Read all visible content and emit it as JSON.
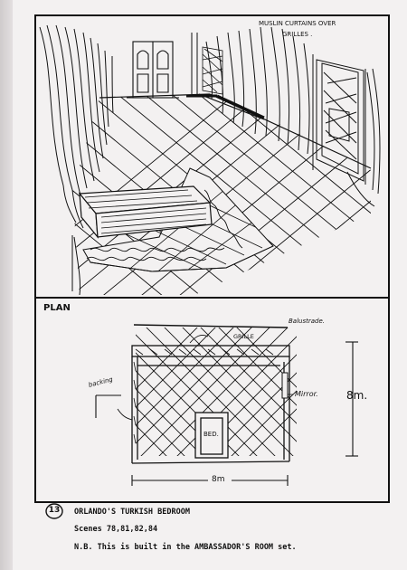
{
  "sketch": {
    "annotation_line1": "MUSLIN CURTAINS OVER",
    "annotation_line2": "GRILLES ."
  },
  "plan": {
    "heading": "PLAN",
    "balustrade_label": "Balustrade.",
    "grille_label": "GRILLE",
    "backing_label": "backing",
    "mirror_label": "Mirror.",
    "bed_label": "BED.",
    "height_dimension": "8m.",
    "width_dimension": "8m"
  },
  "caption": {
    "number": "13",
    "title": "ORLANDO'S TURKISH BEDROOM",
    "scenes": "Scenes 78,81,82,84",
    "note": "N.B. This is built in the AMBASSADOR'S ROOM set."
  },
  "colors": {
    "ink": "#111111",
    "paper": "#f3f1f1"
  }
}
